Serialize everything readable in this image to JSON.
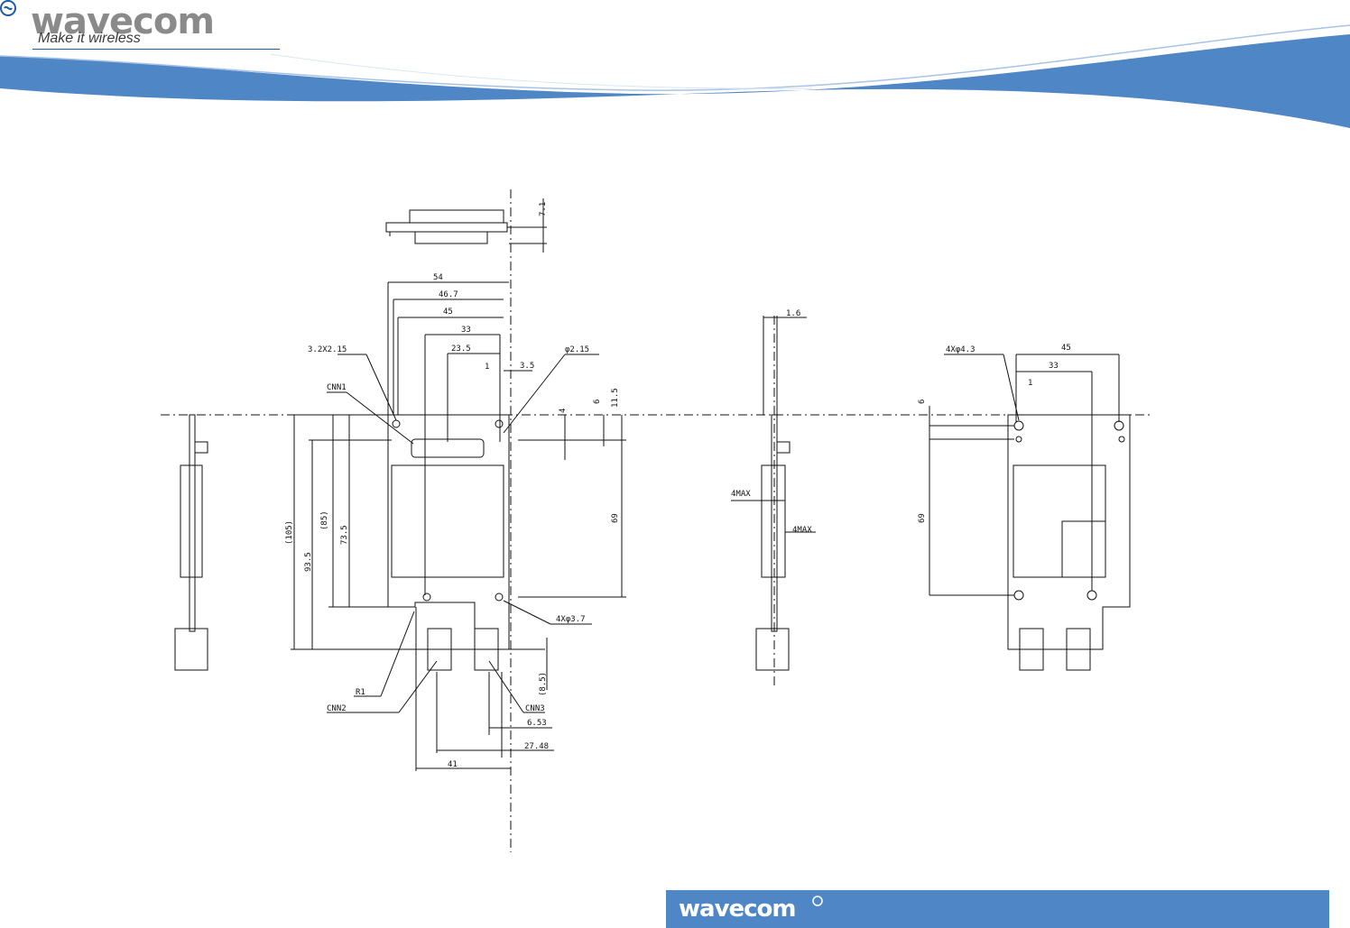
{
  "header": {
    "brand": "wavecom",
    "tagline": "Make it wireless"
  },
  "drawing": {
    "top_view": {
      "height": "7.1"
    },
    "front_view": {
      "dims": [
        "54",
        "46.7",
        "45",
        "33",
        "23.5",
        "1",
        "3.5",
        "6",
        "11.5",
        "4",
        "69",
        "(105)",
        "93.5",
        "(85)",
        "73.5",
        "(8.5)",
        "6.53",
        "27.48",
        "41"
      ],
      "callouts": [
        "3.2X2.15",
        "φ2.15",
        "CNN1",
        "4Xφ3.7",
        "R1",
        "CNN2",
        "CNN3"
      ]
    },
    "side_view": {
      "dims": [
        "1.6",
        "4MAX",
        "4MAX"
      ]
    },
    "back_view": {
      "dims": [
        "45",
        "33",
        "1",
        "6",
        "69"
      ],
      "callouts": [
        "4Xφ4.3"
      ]
    }
  },
  "footer": {
    "brand": "wavecom"
  },
  "colors": {
    "brand_blue": "#4f86c6",
    "logo_gray": "#8a8a8a"
  }
}
